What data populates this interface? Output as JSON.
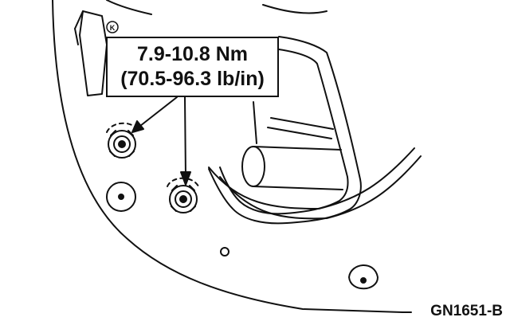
{
  "diagram": {
    "torque_spec": {
      "metric": "7.9-10.8 Nm",
      "imperial": "(70.5-96.3 lb/in)"
    },
    "figure_id": "GN1651-B",
    "bracket_mark": "K"
  }
}
